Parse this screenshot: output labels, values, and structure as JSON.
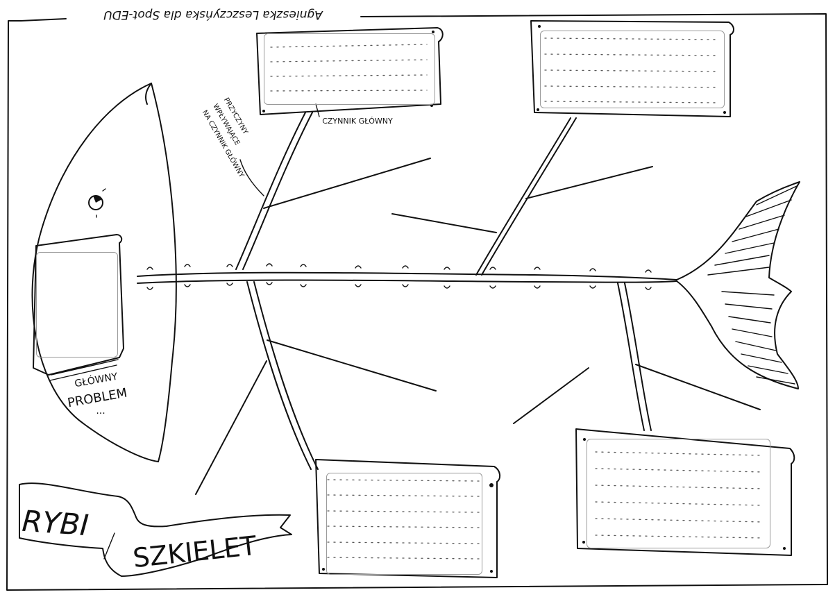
{
  "header": {
    "credit": "Agnieszka Leszczyńska dla Spot-EDU"
  },
  "labels": {
    "main_problem_line1": "GŁÓWNY",
    "main_problem_line2": "PROBLEM",
    "main_problem_ellipsis": "...",
    "main_factor": "CZYNNIK GŁÓWNY",
    "causes_line1": "PRZYCZYNY",
    "causes_line2": "WPŁYWAJĄCE",
    "causes_line3": "NA CZYNNIK GŁÓWNY",
    "title_word1": "RYBI",
    "title_word2": "SZKIELET"
  },
  "fields": {
    "main_problem": "",
    "factor_top_left": "",
    "factor_top_right": "",
    "factor_bottom_left": "",
    "factor_bottom_right": ""
  }
}
